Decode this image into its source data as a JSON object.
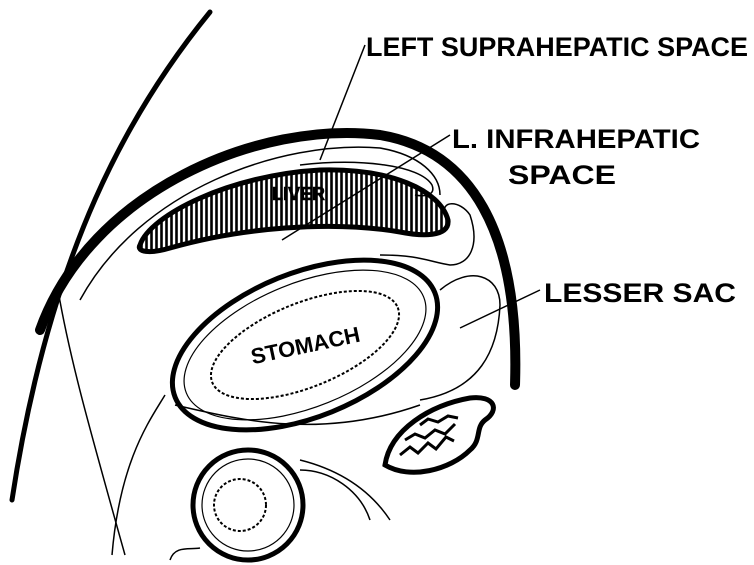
{
  "labels": {
    "left_suprahepatic": "LEFT SUPRAHEPATIC SPACE",
    "l_infrahepatic_line1": "L. INFRAHEPATIC",
    "l_infrahepatic_line2": "SPACE",
    "lesser_sac": "LESSER SAC",
    "stomach": "STOMACH",
    "liver": "LIVER"
  },
  "colors": {
    "ink": "#000000",
    "paper": "#ffffff"
  }
}
